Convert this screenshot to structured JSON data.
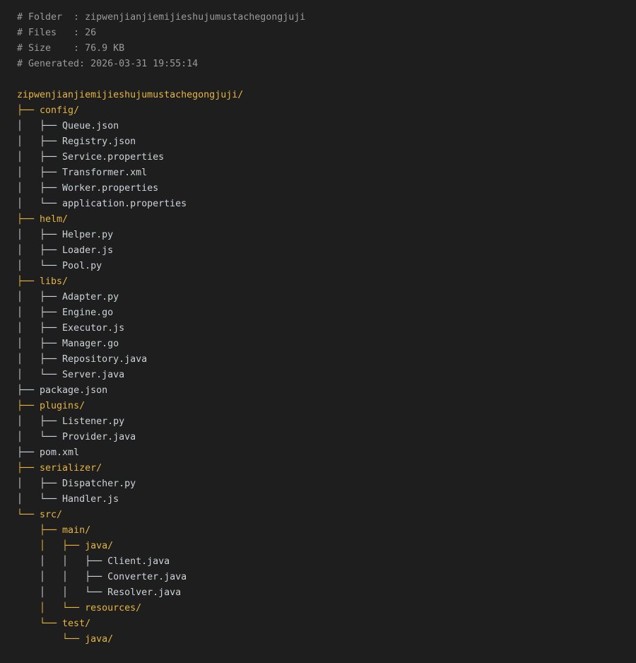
{
  "header": {
    "folder_label": "# Folder  : ",
    "folder": "zipwenjianjiemijieshujumustachegongjuji",
    "files_label": "# Files   : ",
    "files": "26",
    "size_label": "# Size    : ",
    "size": "76.9 KB",
    "generated_label": "# Generated: ",
    "generated": "2026-03-31 19:55:14"
  },
  "colors": {
    "background": "#1e1e1e",
    "folder": "#e5b53f",
    "file": "#cbd3d6",
    "meta": "#9a9a9a"
  },
  "tree": [
    {
      "prefix": "",
      "name": "zipwenjianjiemijieshujumustachegongjuji/",
      "type": "dir"
    },
    {
      "prefix": "├── ",
      "name": "config/",
      "type": "dir"
    },
    {
      "prefix": "│   ├── ",
      "name": "Queue.json",
      "type": "file"
    },
    {
      "prefix": "│   ├── ",
      "name": "Registry.json",
      "type": "file"
    },
    {
      "prefix": "│   ├── ",
      "name": "Service.properties",
      "type": "file"
    },
    {
      "prefix": "│   ├── ",
      "name": "Transformer.xml",
      "type": "file"
    },
    {
      "prefix": "│   ├── ",
      "name": "Worker.properties",
      "type": "file"
    },
    {
      "prefix": "│   └── ",
      "name": "application.properties",
      "type": "file"
    },
    {
      "prefix": "├── ",
      "name": "helm/",
      "type": "dir"
    },
    {
      "prefix": "│   ├── ",
      "name": "Helper.py",
      "type": "file"
    },
    {
      "prefix": "│   ├── ",
      "name": "Loader.js",
      "type": "file"
    },
    {
      "prefix": "│   └── ",
      "name": "Pool.py",
      "type": "file"
    },
    {
      "prefix": "├── ",
      "name": "libs/",
      "type": "dir"
    },
    {
      "prefix": "│   ├── ",
      "name": "Adapter.py",
      "type": "file"
    },
    {
      "prefix": "│   ├── ",
      "name": "Engine.go",
      "type": "file"
    },
    {
      "prefix": "│   ├── ",
      "name": "Executor.js",
      "type": "file"
    },
    {
      "prefix": "│   ├── ",
      "name": "Manager.go",
      "type": "file"
    },
    {
      "prefix": "│   ├── ",
      "name": "Repository.java",
      "type": "file"
    },
    {
      "prefix": "│   └── ",
      "name": "Server.java",
      "type": "file"
    },
    {
      "prefix": "├── ",
      "name": "package.json",
      "type": "file"
    },
    {
      "prefix": "├── ",
      "name": "plugins/",
      "type": "dir"
    },
    {
      "prefix": "│   ├── ",
      "name": "Listener.py",
      "type": "file"
    },
    {
      "prefix": "│   └── ",
      "name": "Provider.java",
      "type": "file"
    },
    {
      "prefix": "├── ",
      "name": "pom.xml",
      "type": "file"
    },
    {
      "prefix": "├── ",
      "name": "serializer/",
      "type": "dir"
    },
    {
      "prefix": "│   ├── ",
      "name": "Dispatcher.py",
      "type": "file"
    },
    {
      "prefix": "│   └── ",
      "name": "Handler.js",
      "type": "file"
    },
    {
      "prefix": "└── ",
      "name": "src/",
      "type": "dir"
    },
    {
      "prefix": "    ├── ",
      "name": "main/",
      "type": "dir"
    },
    {
      "prefix": "    │   ├── ",
      "name": "java/",
      "type": "dir"
    },
    {
      "prefix": "    │   │   ├── ",
      "name": "Client.java",
      "type": "file"
    },
    {
      "prefix": "    │   │   ├── ",
      "name": "Converter.java",
      "type": "file"
    },
    {
      "prefix": "    │   │   └── ",
      "name": "Resolver.java",
      "type": "file"
    },
    {
      "prefix": "    │   └── ",
      "name": "resources/",
      "type": "dir"
    },
    {
      "prefix": "    └── ",
      "name": "test/",
      "type": "dir"
    },
    {
      "prefix": "        └── ",
      "name": "java/",
      "type": "dir"
    }
  ]
}
